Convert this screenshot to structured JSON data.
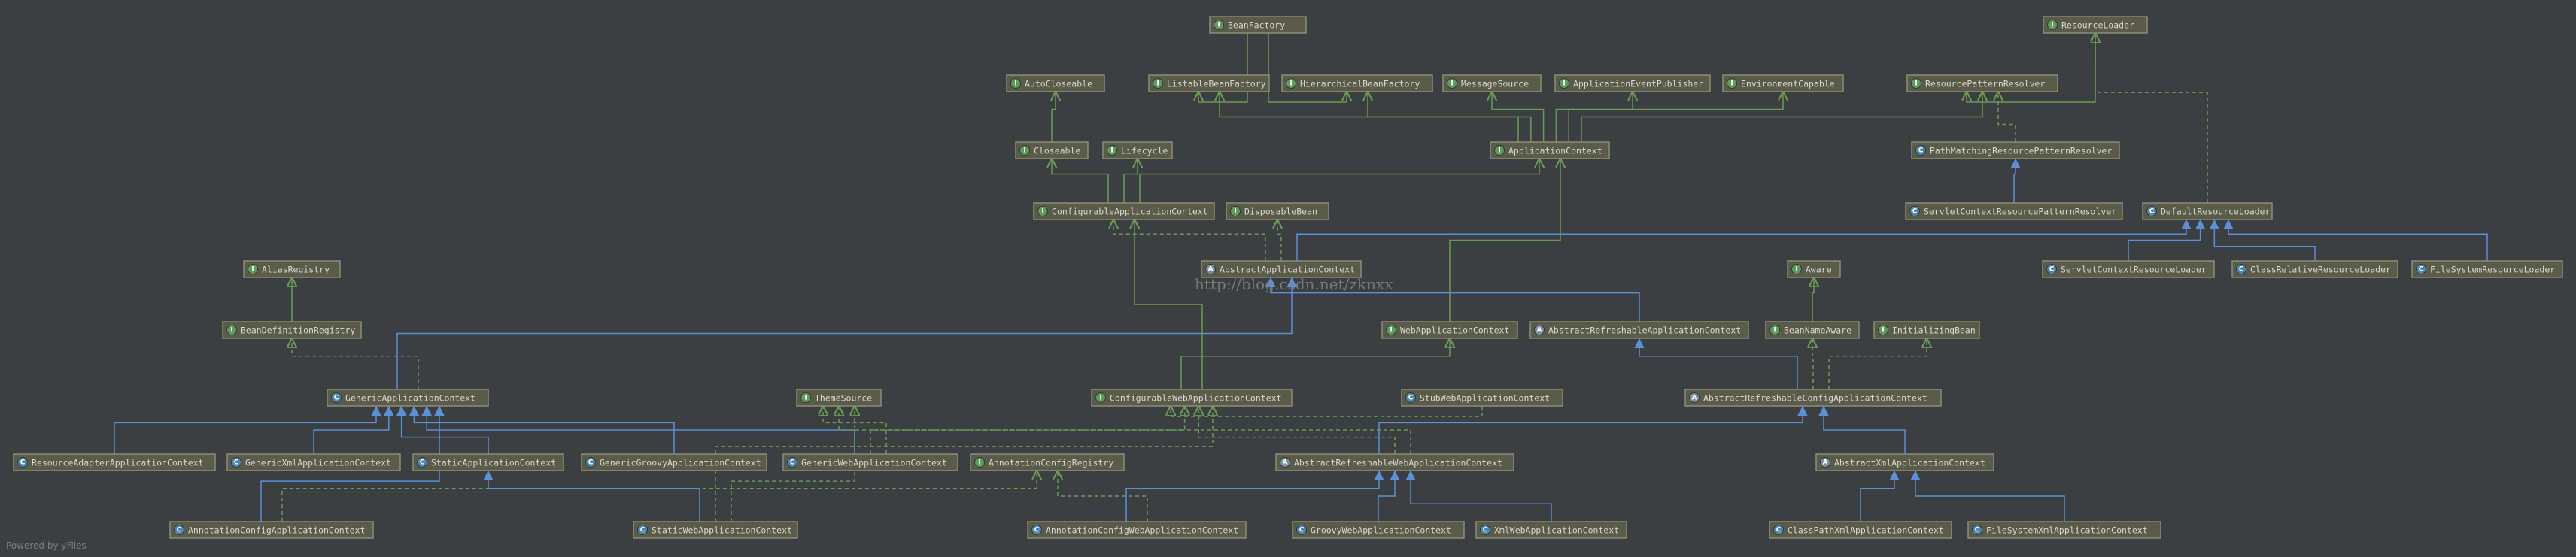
{
  "nodes": {
    "BeanFactory": {
      "label": "BeanFactory",
      "kind": "interface"
    },
    "ResourceLoader": {
      "label": "ResourceLoader",
      "kind": "interface"
    },
    "AutoCloseable": {
      "label": "AutoCloseable",
      "kind": "interface"
    },
    "ListableBeanFactory": {
      "label": "ListableBeanFactory",
      "kind": "interface"
    },
    "HierarchicalBeanFactory": {
      "label": "HierarchicalBeanFactory",
      "kind": "interface"
    },
    "MessageSource": {
      "label": "MessageSource",
      "kind": "interface"
    },
    "ApplicationEventPublisher": {
      "label": "ApplicationEventPublisher",
      "kind": "interface"
    },
    "EnvironmentCapable": {
      "label": "EnvironmentCapable",
      "kind": "interface"
    },
    "ResourcePatternResolver": {
      "label": "ResourcePatternResolver",
      "kind": "interface"
    },
    "Closeable": {
      "label": "Closeable",
      "kind": "interface"
    },
    "Lifecycle": {
      "label": "Lifecycle",
      "kind": "interface"
    },
    "ApplicationContext": {
      "label": "ApplicationContext",
      "kind": "interface"
    },
    "PathMatchingResourcePatternResolver": {
      "label": "PathMatchingResourcePatternResolver",
      "kind": "class"
    },
    "ConfigurableApplicationContext": {
      "label": "ConfigurableApplicationContext",
      "kind": "interface"
    },
    "DisposableBean": {
      "label": "DisposableBean",
      "kind": "interface"
    },
    "ServletContextResourcePatternResolver": {
      "label": "ServletContextResourcePatternResolver",
      "kind": "class"
    },
    "DefaultResourceLoader": {
      "label": "DefaultResourceLoader",
      "kind": "class"
    },
    "AliasRegistry": {
      "label": "AliasRegistry",
      "kind": "interface"
    },
    "AbstractApplicationContext": {
      "label": "AbstractApplicationContext",
      "kind": "abstract"
    },
    "Aware": {
      "label": "Aware",
      "kind": "interface"
    },
    "ServletContextResourceLoader": {
      "label": "ServletContextResourceLoader",
      "kind": "class"
    },
    "ClassRelativeResourceLoader": {
      "label": "ClassRelativeResourceLoader",
      "kind": "class"
    },
    "FileSystemResourceLoader": {
      "label": "FileSystemResourceLoader",
      "kind": "class"
    },
    "BeanDefinitionRegistry": {
      "label": "BeanDefinitionRegistry",
      "kind": "interface"
    },
    "WebApplicationContext": {
      "label": "WebApplicationContext",
      "kind": "interface"
    },
    "AbstractRefreshableApplicationContext": {
      "label": "AbstractRefreshableApplicationContext",
      "kind": "abstract"
    },
    "BeanNameAware": {
      "label": "BeanNameAware",
      "kind": "interface"
    },
    "InitializingBean": {
      "label": "InitializingBean",
      "kind": "interface"
    },
    "GenericApplicationContext": {
      "label": "GenericApplicationContext",
      "kind": "class"
    },
    "ThemeSource": {
      "label": "ThemeSource",
      "kind": "interface"
    },
    "ConfigurableWebApplicationContext": {
      "label": "ConfigurableWebApplicationContext",
      "kind": "interface"
    },
    "StubWebApplicationContext": {
      "label": "StubWebApplicationContext",
      "kind": "class"
    },
    "AbstractRefreshableConfigApplicationContext": {
      "label": "AbstractRefreshableConfigApplicationContext",
      "kind": "abstract"
    },
    "ResourceAdapterApplicationContext": {
      "label": "ResourceAdapterApplicationContext",
      "kind": "class"
    },
    "GenericXmlApplicationContext": {
      "label": "GenericXmlApplicationContext",
      "kind": "class"
    },
    "StaticApplicationContext": {
      "label": "StaticApplicationContext",
      "kind": "class"
    },
    "GenericGroovyApplicationContext": {
      "label": "GenericGroovyApplicationContext",
      "kind": "class"
    },
    "GenericWebApplicationContext": {
      "label": "GenericWebApplicationContext",
      "kind": "class"
    },
    "AnnotationConfigRegistry": {
      "label": "AnnotationConfigRegistry",
      "kind": "interface"
    },
    "AbstractRefreshableWebApplicationContext": {
      "label": "AbstractRefreshableWebApplicationContext",
      "kind": "abstract"
    },
    "AbstractXmlApplicationContext": {
      "label": "AbstractXmlApplicationContext",
      "kind": "abstract"
    },
    "AnnotationConfigApplicationContext": {
      "label": "AnnotationConfigApplicationContext",
      "kind": "class"
    },
    "StaticWebApplicationContext": {
      "label": "StaticWebApplicationContext",
      "kind": "class"
    },
    "AnnotationConfigWebApplicationContext": {
      "label": "AnnotationConfigWebApplicationContext",
      "kind": "class"
    },
    "GroovyWebApplicationContext": {
      "label": "GroovyWebApplicationContext",
      "kind": "class"
    },
    "XmlWebApplicationContext": {
      "label": "XmlWebApplicationContext",
      "kind": "class"
    },
    "ClassPathXmlApplicationContext": {
      "label": "ClassPathXmlApplicationContext",
      "kind": "class"
    },
    "FileSystemXmlApplicationContext": {
      "label": "FileSystemXmlApplicationContext",
      "kind": "class"
    }
  },
  "edges": [
    [
      "AutoCloseable",
      "Closeable",
      "extends"
    ],
    [
      "ListableBeanFactory",
      "BeanFactory",
      "extends"
    ],
    [
      "HierarchicalBeanFactory",
      "BeanFactory",
      "extends"
    ],
    [
      "ResourcePatternResolver",
      "ResourceLoader",
      "extends"
    ],
    [
      "Closeable",
      "ConfigurableApplicationContext",
      "extends"
    ],
    [
      "Lifecycle",
      "ConfigurableApplicationContext",
      "extends"
    ],
    [
      "ListableBeanFactory",
      "ApplicationContext",
      "extends"
    ],
    [
      "HierarchicalBeanFactory",
      "ApplicationContext",
      "extends"
    ],
    [
      "MessageSource",
      "ApplicationContext",
      "extends"
    ],
    [
      "ApplicationEventPublisher",
      "ApplicationContext",
      "extends"
    ],
    [
      "EnvironmentCapable",
      "ApplicationContext",
      "extends"
    ],
    [
      "ResourcePatternResolver",
      "ApplicationContext",
      "extends"
    ],
    [
      "ApplicationContext",
      "ConfigurableApplicationContext",
      "extends"
    ],
    [
      "ResourcePatternResolver",
      "PathMatchingResourcePatternResolver",
      "implements"
    ],
    [
      "PathMatchingResourcePatternResolver",
      "ServletContextResourcePatternResolver",
      "inherits"
    ],
    [
      "ResourceLoader",
      "DefaultResourceLoader",
      "implements"
    ],
    [
      "ConfigurableApplicationContext",
      "AbstractApplicationContext",
      "implements"
    ],
    [
      "DisposableBean",
      "AbstractApplicationContext",
      "implements"
    ],
    [
      "DefaultResourceLoader",
      "AbstractApplicationContext",
      "inherits"
    ],
    [
      "DefaultResourceLoader",
      "ServletContextResourceLoader",
      "inherits"
    ],
    [
      "DefaultResourceLoader",
      "ClassRelativeResourceLoader",
      "inherits"
    ],
    [
      "DefaultResourceLoader",
      "FileSystemResourceLoader",
      "inherits"
    ],
    [
      "AliasRegistry",
      "BeanDefinitionRegistry",
      "extends"
    ],
    [
      "ApplicationContext",
      "WebApplicationContext",
      "extends"
    ],
    [
      "AbstractApplicationContext",
      "AbstractRefreshableApplicationContext",
      "inherits"
    ],
    [
      "Aware",
      "BeanNameAware",
      "extends"
    ],
    [
      "AbstractApplicationContext",
      "GenericApplicationContext",
      "inherits"
    ],
    [
      "BeanDefinitionRegistry",
      "GenericApplicationContext",
      "implements"
    ],
    [
      "WebApplicationContext",
      "ConfigurableWebApplicationContext",
      "extends"
    ],
    [
      "ConfigurableApplicationContext",
      "ConfigurableWebApplicationContext",
      "extends"
    ],
    [
      "ConfigurableWebApplicationContext",
      "StubWebApplicationContext",
      "implements"
    ],
    [
      "AbstractRefreshableApplicationContext",
      "AbstractRefreshableConfigApplicationContext",
      "inherits"
    ],
    [
      "BeanNameAware",
      "AbstractRefreshableConfigApplicationContext",
      "implements"
    ],
    [
      "InitializingBean",
      "AbstractRefreshableConfigApplicationContext",
      "implements"
    ],
    [
      "GenericApplicationContext",
      "ResourceAdapterApplicationContext",
      "inherits"
    ],
    [
      "GenericApplicationContext",
      "GenericXmlApplicationContext",
      "inherits"
    ],
    [
      "GenericApplicationContext",
      "StaticApplicationContext",
      "inherits"
    ],
    [
      "GenericApplicationContext",
      "GenericGroovyApplicationContext",
      "inherits"
    ],
    [
      "GenericApplicationContext",
      "GenericWebApplicationContext",
      "inherits"
    ],
    [
      "ConfigurableWebApplicationContext",
      "GenericWebApplicationContext",
      "implements"
    ],
    [
      "ThemeSource",
      "GenericWebApplicationContext",
      "implements"
    ],
    [
      "AbstractRefreshableConfigApplicationContext",
      "AbstractRefreshableWebApplicationContext",
      "inherits"
    ],
    [
      "ConfigurableWebApplicationContext",
      "AbstractRefreshableWebApplicationContext",
      "implements"
    ],
    [
      "ThemeSource",
      "AbstractRefreshableWebApplicationContext",
      "implements"
    ],
    [
      "AbstractRefreshableConfigApplicationContext",
      "AbstractXmlApplicationContext",
      "inherits"
    ],
    [
      "GenericApplicationContext",
      "AnnotationConfigApplicationContext",
      "inherits"
    ],
    [
      "AnnotationConfigRegistry",
      "AnnotationConfigApplicationContext",
      "implements"
    ],
    [
      "StaticApplicationContext",
      "StaticWebApplicationContext",
      "inherits"
    ],
    [
      "ConfigurableWebApplicationContext",
      "StaticWebApplicationContext",
      "implements"
    ],
    [
      "ThemeSource",
      "StaticWebApplicationContext",
      "implements"
    ],
    [
      "AbstractRefreshableWebApplicationContext",
      "AnnotationConfigWebApplicationContext",
      "inherits"
    ],
    [
      "AnnotationConfigRegistry",
      "AnnotationConfigWebApplicationContext",
      "implements"
    ],
    [
      "AbstractRefreshableWebApplicationContext",
      "GroovyWebApplicationContext",
      "inherits"
    ],
    [
      "AbstractRefreshableWebApplicationContext",
      "XmlWebApplicationContext",
      "inherits"
    ],
    [
      "AbstractXmlApplicationContext",
      "ClassPathXmlApplicationContext",
      "inherits"
    ],
    [
      "AbstractXmlApplicationContext",
      "FileSystemXmlApplicationContext",
      "inherits"
    ]
  ],
  "colors": {
    "background": "#3c3f41",
    "extends": "#6a9955",
    "implements": "#6a9955",
    "inherits": "#5b8fd6",
    "icon_interface": "#5f9a5f",
    "icon_class": "#4e86b8",
    "icon_abstract": "#7a8fa6"
  },
  "icons": {
    "interface": "I",
    "class": "C",
    "abstract": "A"
  },
  "watermark": "http://blog.csdn.net/zknxx",
  "footer": "Powered by yFiles"
}
